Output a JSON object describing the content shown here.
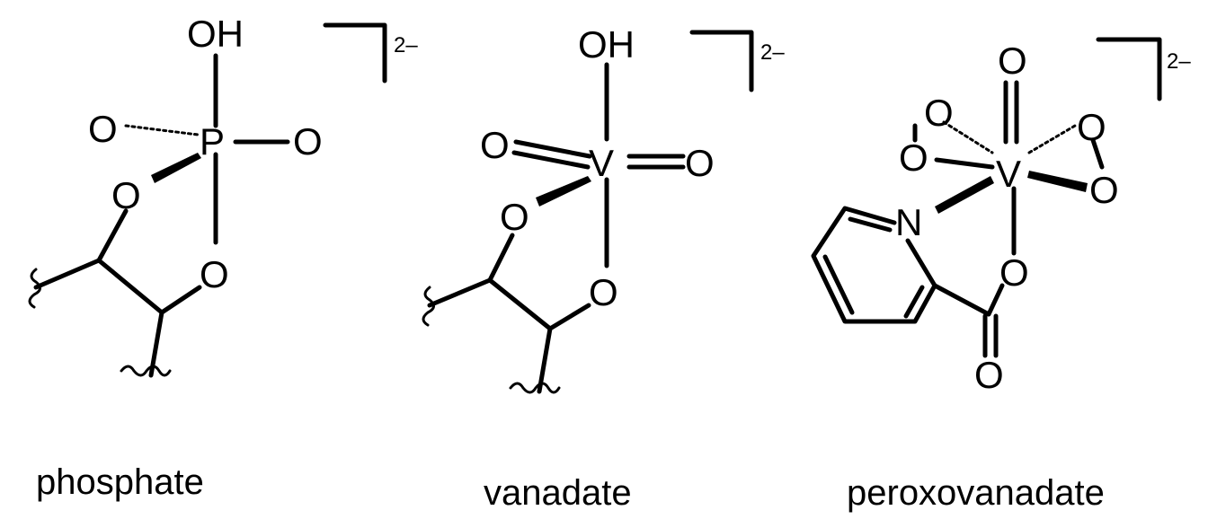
{
  "structures": [
    {
      "caption": "phosphate",
      "central_atom": "P",
      "charge": "2–",
      "atoms": {
        "top": "OH",
        "left_o": "O",
        "right_o": "O",
        "ring_o1": "O",
        "ring_o2": "O"
      }
    },
    {
      "caption": "vanadate",
      "central_atom": "V",
      "charge": "2–",
      "atoms": {
        "top": "OH",
        "left_o": "O",
        "right_o": "O",
        "ring_o1": "O",
        "ring_o2": "O"
      }
    },
    {
      "caption": "peroxovanadate",
      "central_atom": "V",
      "charge": "2–",
      "atoms": {
        "top": "O",
        "perox_l1": "O",
        "perox_l2": "O",
        "perox_r1": "O",
        "perox_r2": "O",
        "n": "N",
        "carboxyl_o": "O",
        "carbonyl_o": "O"
      }
    }
  ]
}
